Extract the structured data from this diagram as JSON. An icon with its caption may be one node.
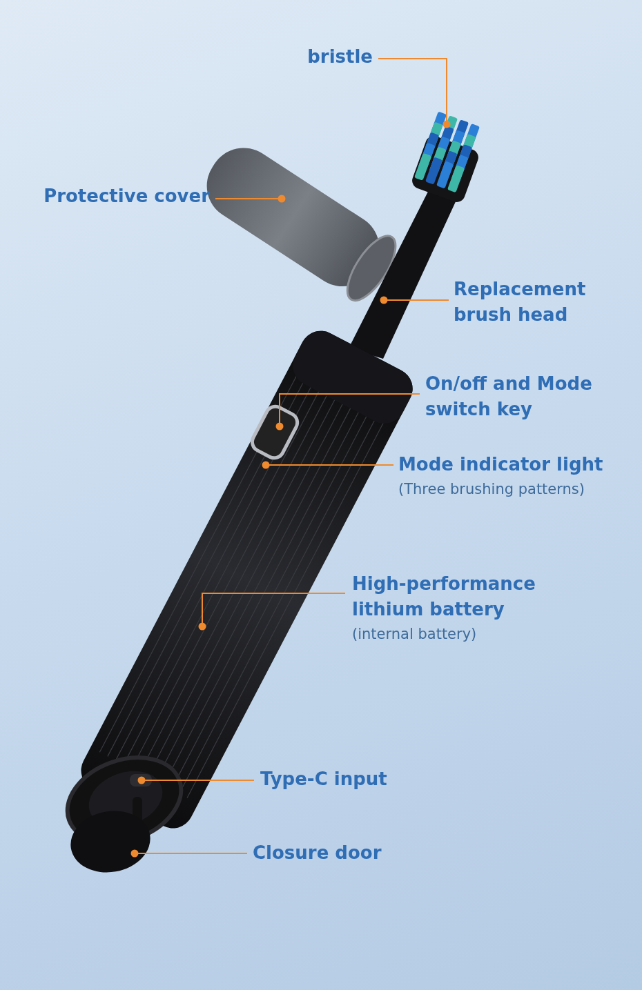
{
  "diagram": {
    "nodes": [
      {
        "text": [
          "bristle"
        ]
      },
      {
        "text": [
          "Protective cover"
        ]
      },
      {
        "text": [
          "Replacement brush head"
        ]
      },
      {
        "text": [
          "On/off and Mode switch key"
        ]
      },
      {
        "text": [
          "Mode indicator light",
          "(Three brushing patterns)"
        ]
      },
      {
        "text": [
          "High-performance lithium battery",
          "(internal battery)"
        ]
      },
      {
        "text": [
          "Type-C input"
        ]
      },
      {
        "text": [
          "Closure door"
        ]
      }
    ],
    "edges": [
      {
        "from": 0,
        "to": null,
        "arrow": "other"
      },
      {
        "from": 1,
        "to": null,
        "arrow": "other"
      },
      {
        "from": 2,
        "to": null,
        "arrow": "other"
      },
      {
        "from": 3,
        "to": null,
        "arrow": "other"
      },
      {
        "from": 4,
        "to": null,
        "arrow": "other"
      },
      {
        "from": 5,
        "to": null,
        "arrow": "other"
      },
      {
        "from": 6,
        "to": null,
        "arrow": "other"
      },
      {
        "from": 7,
        "to": null,
        "arrow": "other"
      }
    ]
  }
}
